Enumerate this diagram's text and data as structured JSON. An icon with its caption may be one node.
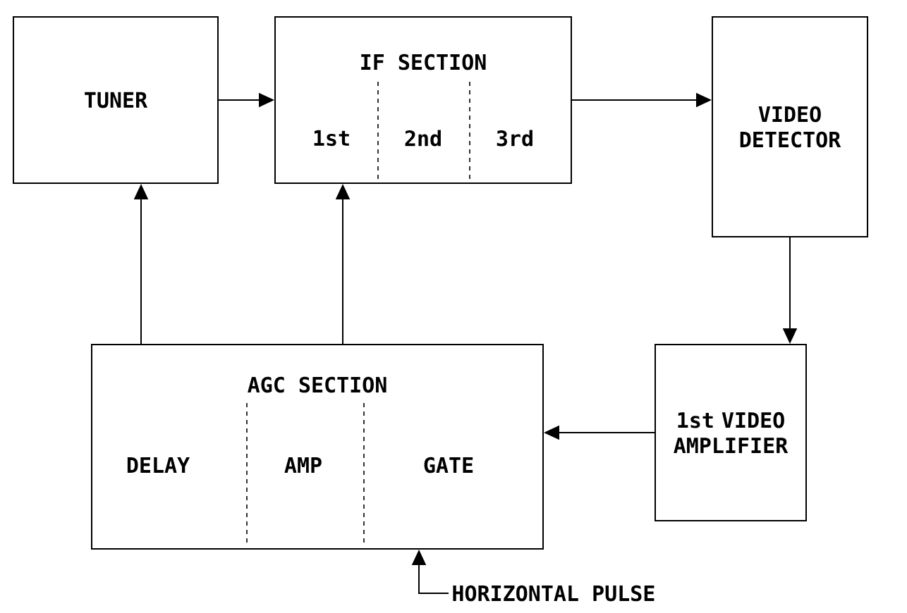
{
  "diagram": {
    "nodes": [
      {
        "text": [
          "TUNER"
        ]
      },
      {
        "text": [
          "IF SECTION"
        ]
      },
      {
        "text": [
          "1st"
        ],
        "in": 1
      },
      {
        "text": [
          "2nd"
        ],
        "in": 1
      },
      {
        "text": [
          "3rd"
        ],
        "in": 1
      },
      {
        "text": [
          "VIDEO DETECTOR"
        ]
      },
      {
        "text": [
          "AGC SECTION"
        ]
      },
      {
        "text": [
          "DELAY"
        ],
        "in": 6
      },
      {
        "text": [
          "AMP"
        ],
        "in": 6
      },
      {
        "text": [
          "GATE"
        ],
        "in": 6
      },
      {
        "text": [
          "1st VIDEO AMPLIFIER"
        ]
      },
      {
        "text": [
          "HORIZONTAL PULSE"
        ]
      }
    ],
    "edges": [
      {
        "from": 0,
        "to": 1,
        "arrow": "to"
      },
      {
        "from": 1,
        "to": 5,
        "arrow": "to"
      },
      {
        "from": 5,
        "to": 10,
        "arrow": "to"
      },
      {
        "from": 10,
        "to": 6,
        "arrow": "to"
      },
      {
        "from": 6,
        "to": 0,
        "arrow": "to"
      },
      {
        "from": 6,
        "to": 1,
        "arrow": "to"
      },
      {
        "from": 11,
        "to": 6,
        "arrow": "to"
      }
    ]
  }
}
